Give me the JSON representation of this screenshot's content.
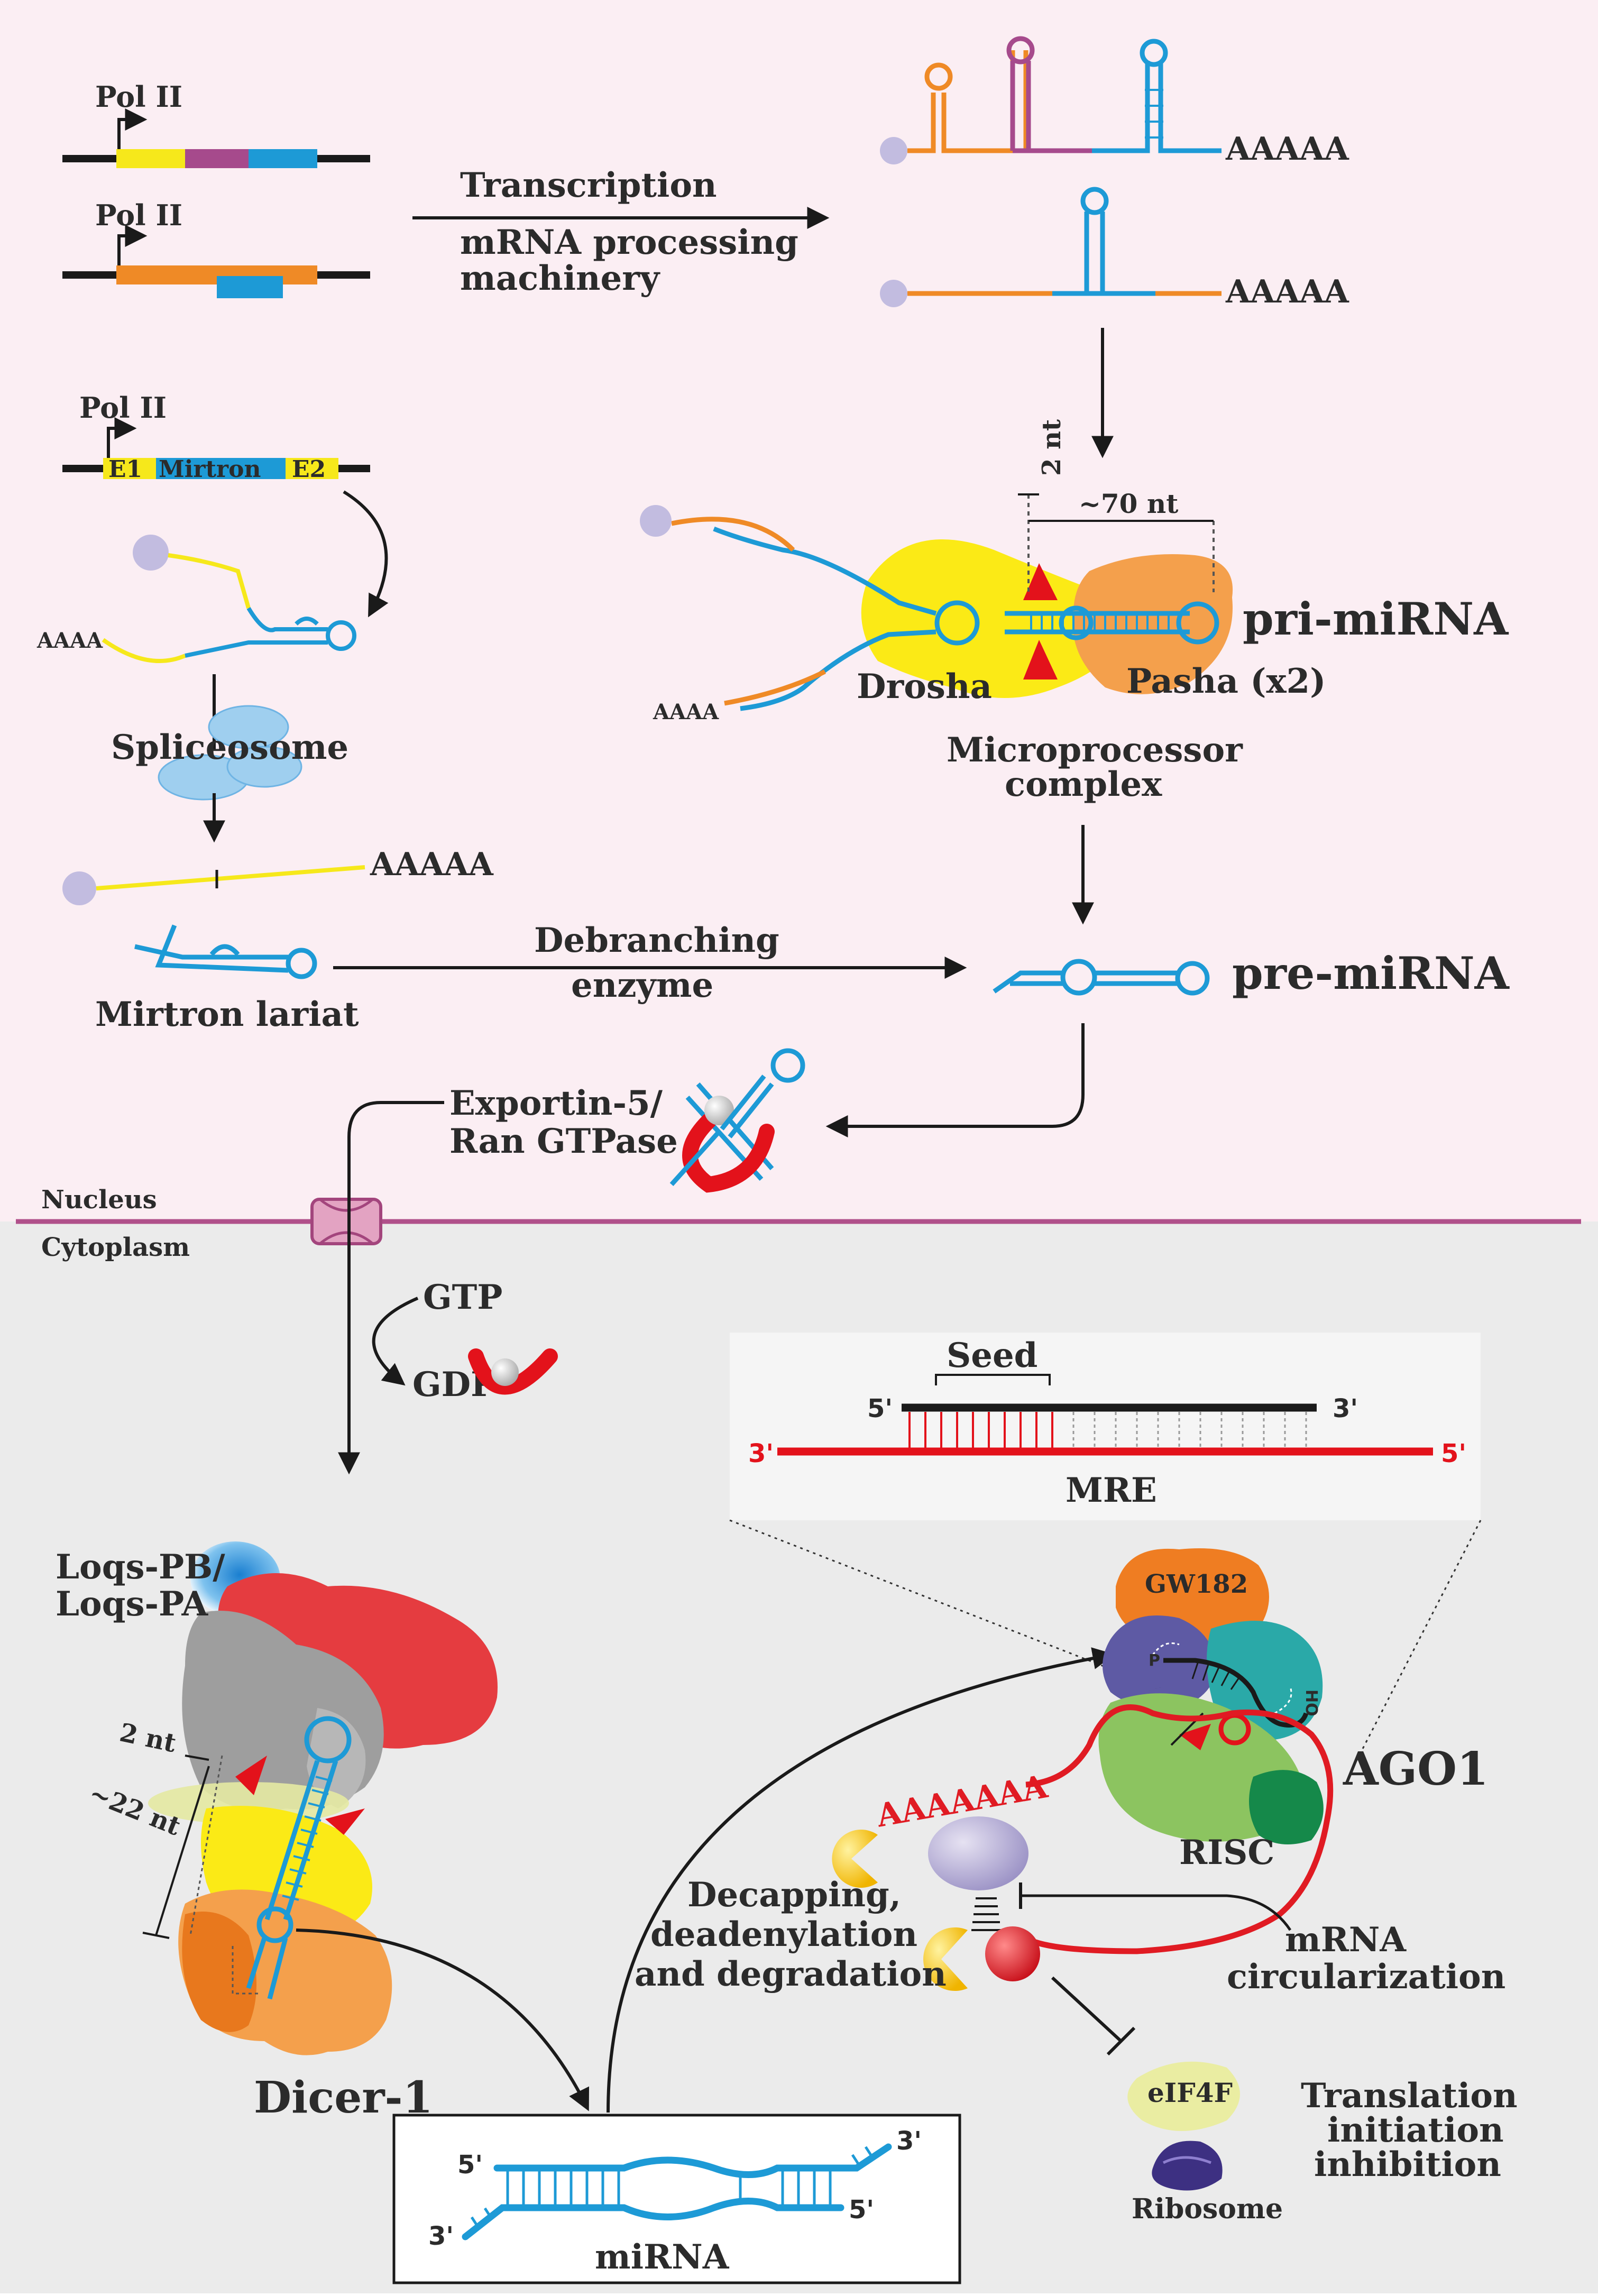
{
  "colors": {
    "nucleus_bg": "#fbeef3",
    "cytoplasm_bg": "#ebebeb",
    "membrane": "#b0508a",
    "mirna_blue": "#1d9ad6",
    "exon_yellow": "#f6e81b",
    "magenta": "#a64a8c",
    "orange": "#ef8a26",
    "drosha_yellow": "#fbea16",
    "pasha_orange": "#f4a04c",
    "red": "#e3121b",
    "mRNA_red": "#e01b23",
    "dicer_red": "#e53c40",
    "gw182": "#ef7d22",
    "ago_green": "#8cc460",
    "ago_teal": "#2aa9a8",
    "ago_purple": "#5e5aa4",
    "ago_dkgreen": "#15894a",
    "cap_purple": "#b5aed8",
    "eif4f": "#eaeda2",
    "ribosome": "#3d3082"
  },
  "labels": {
    "pol2_a": "Pol II",
    "pol2_b": "Pol II",
    "pol2_c": "Pol II",
    "transcription": "Transcription",
    "mrna_processing_1": "mRNA processing",
    "mrna_processing_2": "machinery",
    "polyA_1": "AAAAA",
    "polyA_2": "AAAAA",
    "mirtron_e1": "E1",
    "mirtron_name": "Mirtron",
    "mirtron_e2": "E2",
    "aaaa_lariat": "AAAA",
    "spliceosome": "Spliceosome",
    "polyA_3": "AAAAA",
    "mirtron_lariat": "Mirtron lariat",
    "debranching_1": "Debranching",
    "debranching_2": "enzyme",
    "nt2_top": "2 nt",
    "nt70": "~70 nt",
    "pri_mirna": "pri-miRNA",
    "aaaa_pri": "AAAA",
    "drosha": "Drosha",
    "pasha": "Pasha (x2)",
    "microprocessor_1": "Microprocessor",
    "microprocessor_2": "complex",
    "pre_mirna": "pre-miRNA",
    "exportin_1": "Exportin-5/",
    "exportin_2": "Ran GTPase",
    "nucleus": "Nucleus",
    "cytoplasm": "Cytoplasm",
    "gtp": "GTP",
    "gdp": "GDP",
    "seed": "Seed",
    "mre": "MRE",
    "five_prime": "5'",
    "three_prime": "3'",
    "loqs_1": "Loqs-PB/",
    "loqs_2": "Loqs-PA",
    "nt2_dicer": "2 nt",
    "nt22": "~22 nt",
    "dicer": "Dicer-1",
    "mirna": "miRNA",
    "gw182": "GW182",
    "p_label": "P",
    "oh_label": "HO",
    "ago1": "AGO1",
    "risc": "RISC",
    "polyA_risc": "AAAAAAA",
    "decapping_1": "Decapping,",
    "decapping_2": "deadenylation",
    "decapping_3": "and degradation",
    "circ_1": "mRNA",
    "circ_2": "circularization",
    "eif4f": "eIF4F",
    "ribosome": "Ribosome",
    "translation_1": "Translation",
    "translation_2": "initiation",
    "translation_3": "inhibition"
  }
}
